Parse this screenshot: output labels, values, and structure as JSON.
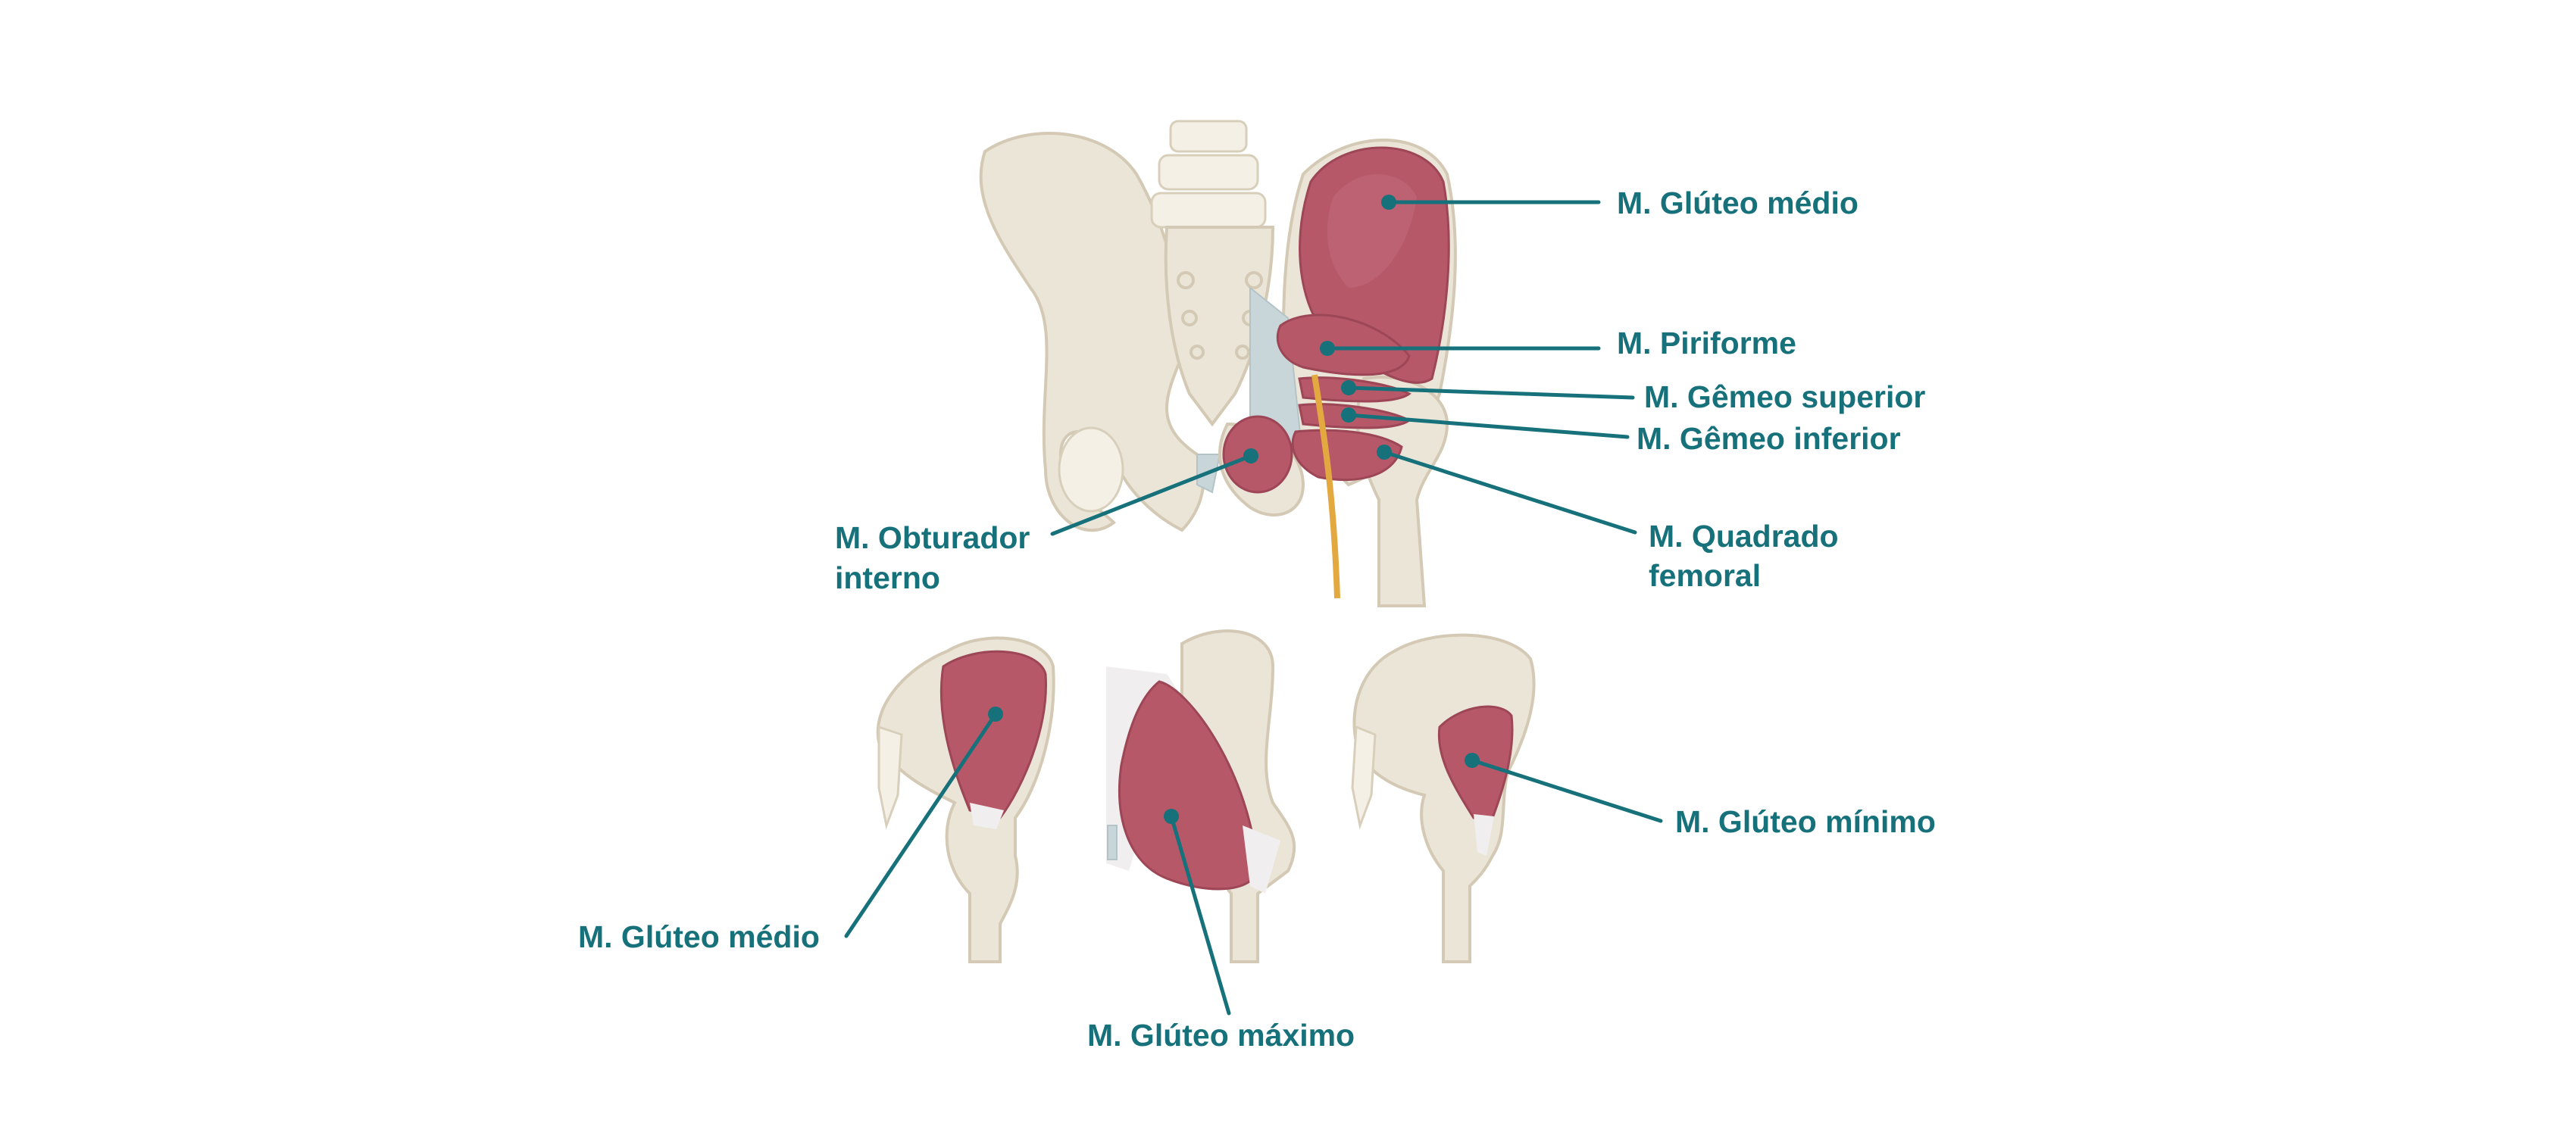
{
  "colors": {
    "label": "#17717b",
    "muscle": "#b65868",
    "bone": "#ebe5d8",
    "nerve": "#e3a940"
  },
  "labels": {
    "gluteo_medio_top": "M. Glúteo médio",
    "piriforme": "M. Piriforme",
    "gemeo_superior": "M. Gêmeo superior",
    "gemeo_inferior": "M. Gêmeo inferior",
    "quadrado_femoral_1": "M. Quadrado",
    "quadrado_femoral_2": "femoral",
    "obturador_interno_1": "M. Obturador",
    "obturador_interno_2": "interno",
    "gluteo_medio_bottom": "M. Glúteo médio",
    "gluteo_maximo": "M. Glúteo máximo",
    "gluteo_minimo": "M. Glúteo mínimo"
  }
}
